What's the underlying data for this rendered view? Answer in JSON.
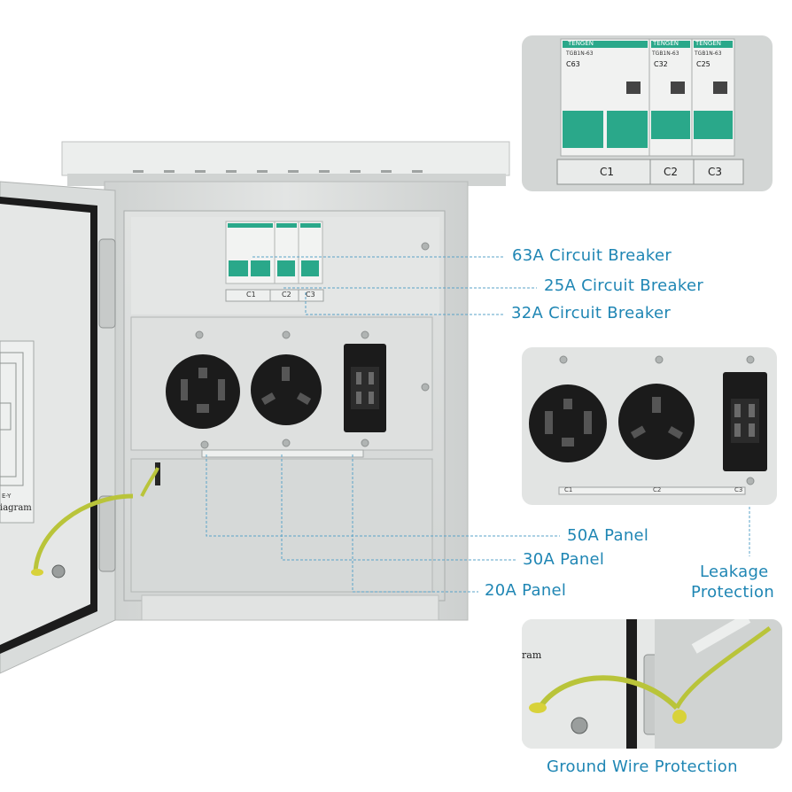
{
  "callouts": {
    "breaker_63a": "63A Circuit Breaker",
    "breaker_25a": "25A Circuit Breaker",
    "breaker_32a": "32A Circuit Breaker",
    "panel_50a": "50A Panel",
    "panel_30a": "30A Panel",
    "panel_20a": "20A Panel",
    "leakage_line1": "Leakage",
    "leakage_line2": "Protection",
    "ground_wire": "Ground Wire Protection"
  },
  "breakers": {
    "brand": "TENGEN",
    "model": "TGB1N-63",
    "ratings": [
      "C63",
      "C32",
      "C25"
    ],
    "slot_labels": [
      "C1",
      "C2",
      "C3"
    ]
  },
  "panel_labels": [
    "C1",
    "C2",
    "C3"
  ],
  "door_diagram_text": [
    "E-Y",
    "iagram"
  ],
  "ground_inset_text": "ram",
  "colors": {
    "callout_text": "#1f86b4",
    "enclosure": "#dcdedd",
    "breaker_handle": "#2aa88a",
    "outlet": "#1b1b1b",
    "ground_wire": "#b9c43a"
  }
}
